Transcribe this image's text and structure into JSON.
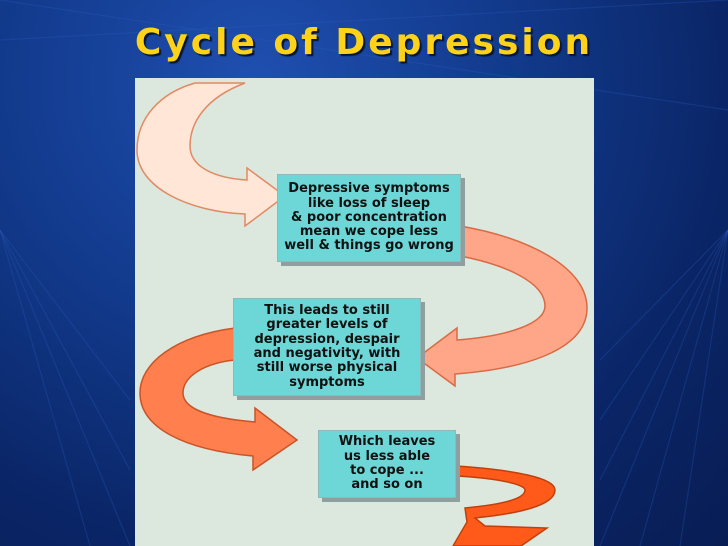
{
  "slide": {
    "title": "Cycle of Depression"
  },
  "diagram": {
    "steps": [
      {
        "text": "Depressive symptoms\nlike loss of sleep\n& poor concentration\nmean we cope less\nwell & things go wrong"
      },
      {
        "text": "This leads to still\ngreater levels of\ndepression, despair\nand negativity, with\nstill worse physical\nsymptoms"
      },
      {
        "text": "Which leaves\nus less able\nto cope ...\nand so on"
      }
    ]
  },
  "colors": {
    "background": "#123a8c",
    "title": "#ffd21a",
    "panel": "#dce7dd",
    "box": "#6dd6d6",
    "arrow_light": "#ffe6d6",
    "arrow_peach": "#ffa688",
    "arrow_mid": "#ff7f4f",
    "arrow_dark": "#ff5a1a"
  }
}
